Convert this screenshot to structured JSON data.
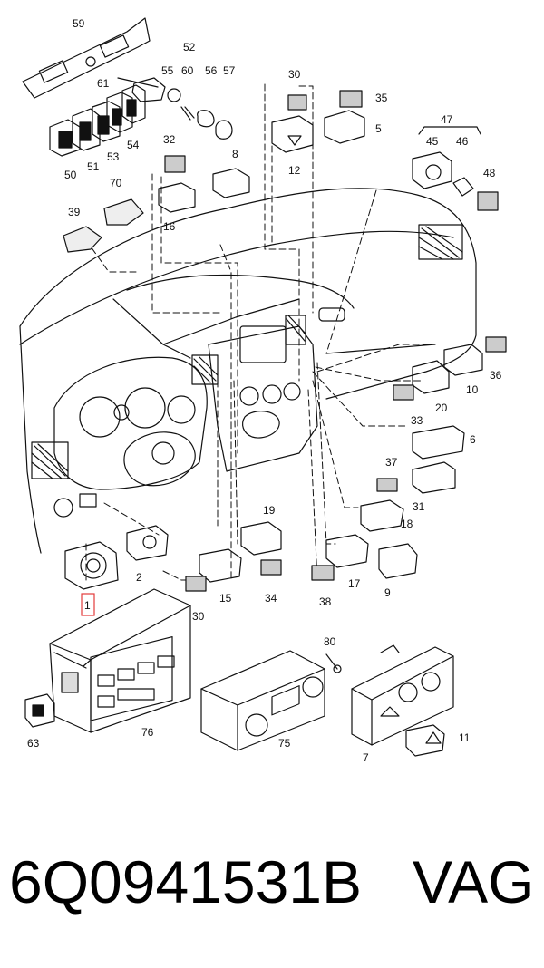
{
  "footer": {
    "part_number": "6Q0941531B",
    "brand": "VAG"
  },
  "highlight": {
    "label": "1",
    "color": "#e23b3b"
  },
  "callouts": [
    "59",
    "61",
    "52",
    "55",
    "60",
    "56",
    "57",
    "30",
    "35",
    "5",
    "12",
    "47",
    "45",
    "46",
    "48",
    "32",
    "8",
    "16",
    "39",
    "70",
    "50",
    "51",
    "53",
    "54",
    "36",
    "10",
    "20",
    "33",
    "6",
    "37",
    "31",
    "18",
    "19",
    "17",
    "9",
    "38",
    "34",
    "15",
    "30",
    "2",
    "1",
    "80",
    "76",
    "75",
    "7",
    "11",
    "63"
  ]
}
